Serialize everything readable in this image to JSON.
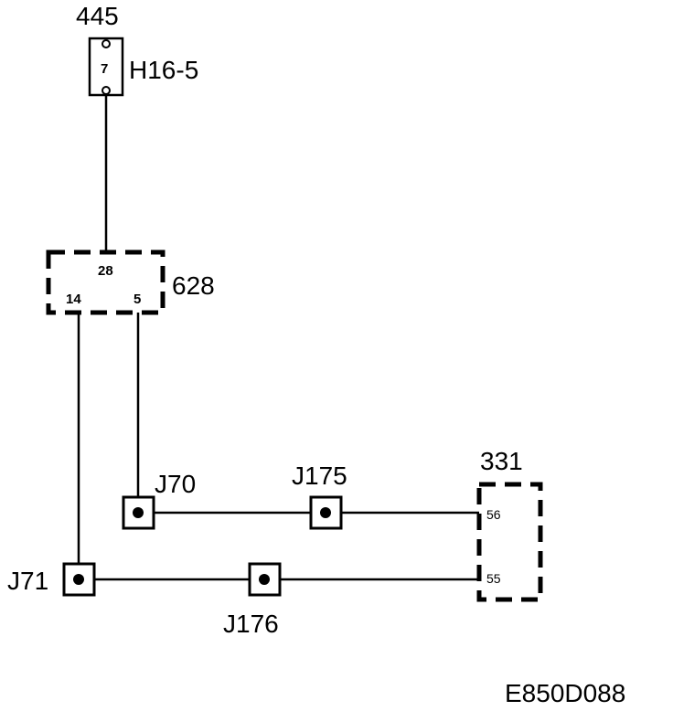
{
  "connector_445": {
    "id": "445",
    "code": "H16-5",
    "pin": "7"
  },
  "module_628": {
    "id": "628",
    "pins": {
      "top": "28",
      "left": "14",
      "right": "5"
    }
  },
  "module_331": {
    "id": "331",
    "pins": {
      "upper": "56",
      "lower": "55"
    }
  },
  "junctions": {
    "j70": "J70",
    "j175": "J175",
    "j71": "J71",
    "j176": "J176"
  },
  "figure_code": "E850D088"
}
